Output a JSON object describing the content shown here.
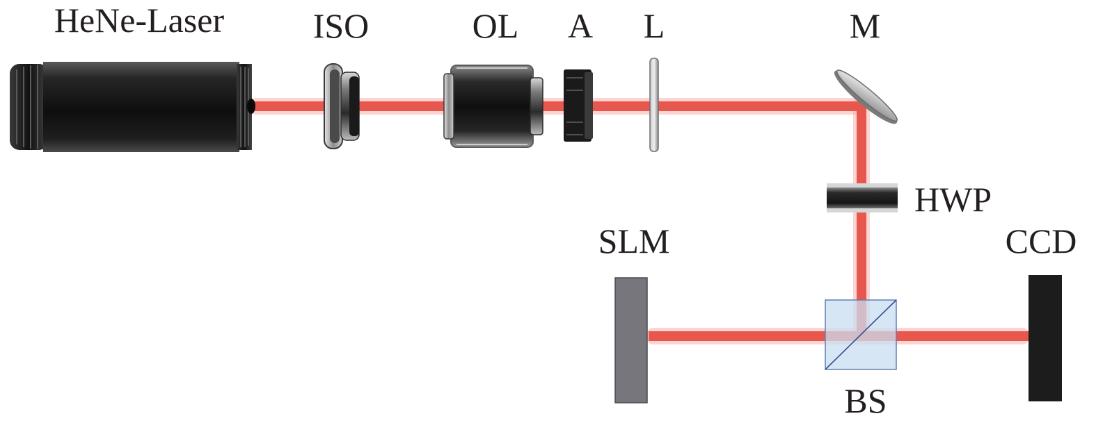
{
  "diagram": {
    "labels": {
      "laser": "HeNe-Laser",
      "isolator": "ISO",
      "objective": "OL",
      "aperture": "A",
      "lens": "L",
      "mirror": "M",
      "half_wave_plate": "HWP",
      "slm": "SLM",
      "ccd": "CCD",
      "beam_splitter": "BS"
    },
    "colors": {
      "beam": "#e8574e",
      "beam_glow": "#f6b3ab",
      "component_dark": "#1c1c1c",
      "slm_fill": "#77767c",
      "beam_splitter_fill": "#c9ddf0",
      "beam_splitter_edge": "#5f7fb8"
    }
  }
}
